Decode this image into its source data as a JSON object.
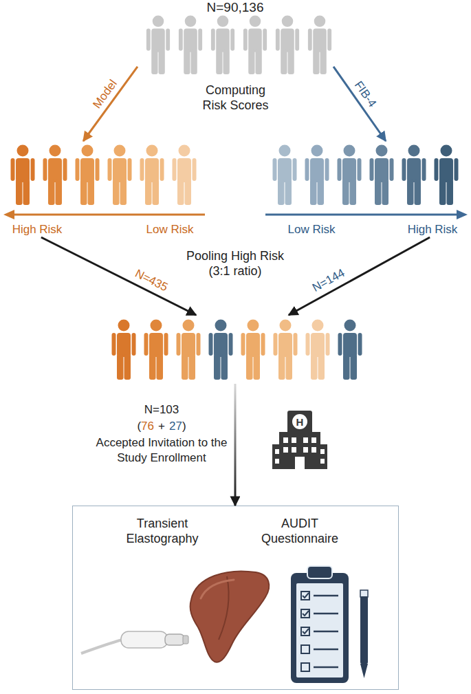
{
  "diagram": {
    "nodes": [
      {
        "text": [
          "N=90,136",
          "Computing Risk Scores"
        ]
      },
      {
        "text": [
          "High Risk",
          "Low Risk"
        ]
      },
      {
        "text": [
          "Low Risk",
          "High Risk"
        ]
      },
      {
        "text": [
          "Pooling High Risk (3:1 ratio)"
        ]
      },
      {
        "text": [
          "Transient Elastography",
          "AUDIT Questionnaire"
        ]
      }
    ],
    "edges": [
      {
        "from": 0,
        "to": 1,
        "arrow": "to",
        "label": "Model"
      },
      {
        "from": 0,
        "to": 2,
        "arrow": "to",
        "label": "FIB-4"
      },
      {
        "from": 1,
        "to": 3,
        "arrow": "to",
        "label": "N=435"
      },
      {
        "from": 2,
        "to": 3,
        "arrow": "to",
        "label": "N=144"
      },
      {
        "from": 3,
        "to": 4,
        "arrow": "to",
        "label": "N=103"
      }
    ],
    "labels": [
      "(",
      "76",
      "+",
      "27",
      ")",
      "Accepted Invitation to the Study Enrollment",
      "H"
    ]
  }
}
